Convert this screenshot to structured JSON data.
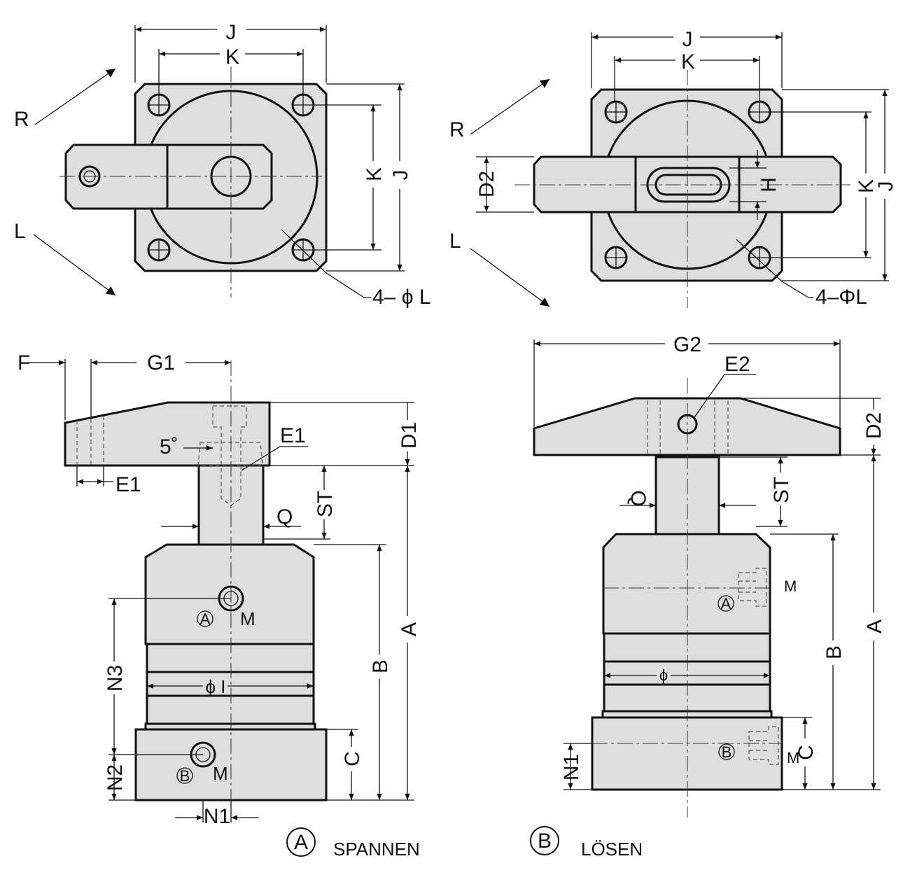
{
  "labels": {
    "J": "J",
    "K": "K",
    "R": "R",
    "L": "L",
    "hole_left": "4– ϕ L",
    "hole_right": "4–ΦL",
    "D2": "D2",
    "H": "H",
    "F": "F",
    "G1": "G1",
    "D1": "D1",
    "E1": "E1",
    "five_deg": "5˚",
    "ST": "ST",
    "Q": "Q",
    "A": "A",
    "B": "B",
    "C": "C",
    "M": "M",
    "N1": "N1",
    "N2": "N2",
    "N3": "N3",
    "phi_I": "ϕ I",
    "phi": "ϕ",
    "G2": "G2",
    "E2": "E2",
    "port_a": "A",
    "port_b": "B"
  },
  "legend": {
    "a_symbol": "A",
    "a_text": "SPANNEN",
    "b_symbol": "B",
    "b_text": "LÖSEN"
  }
}
